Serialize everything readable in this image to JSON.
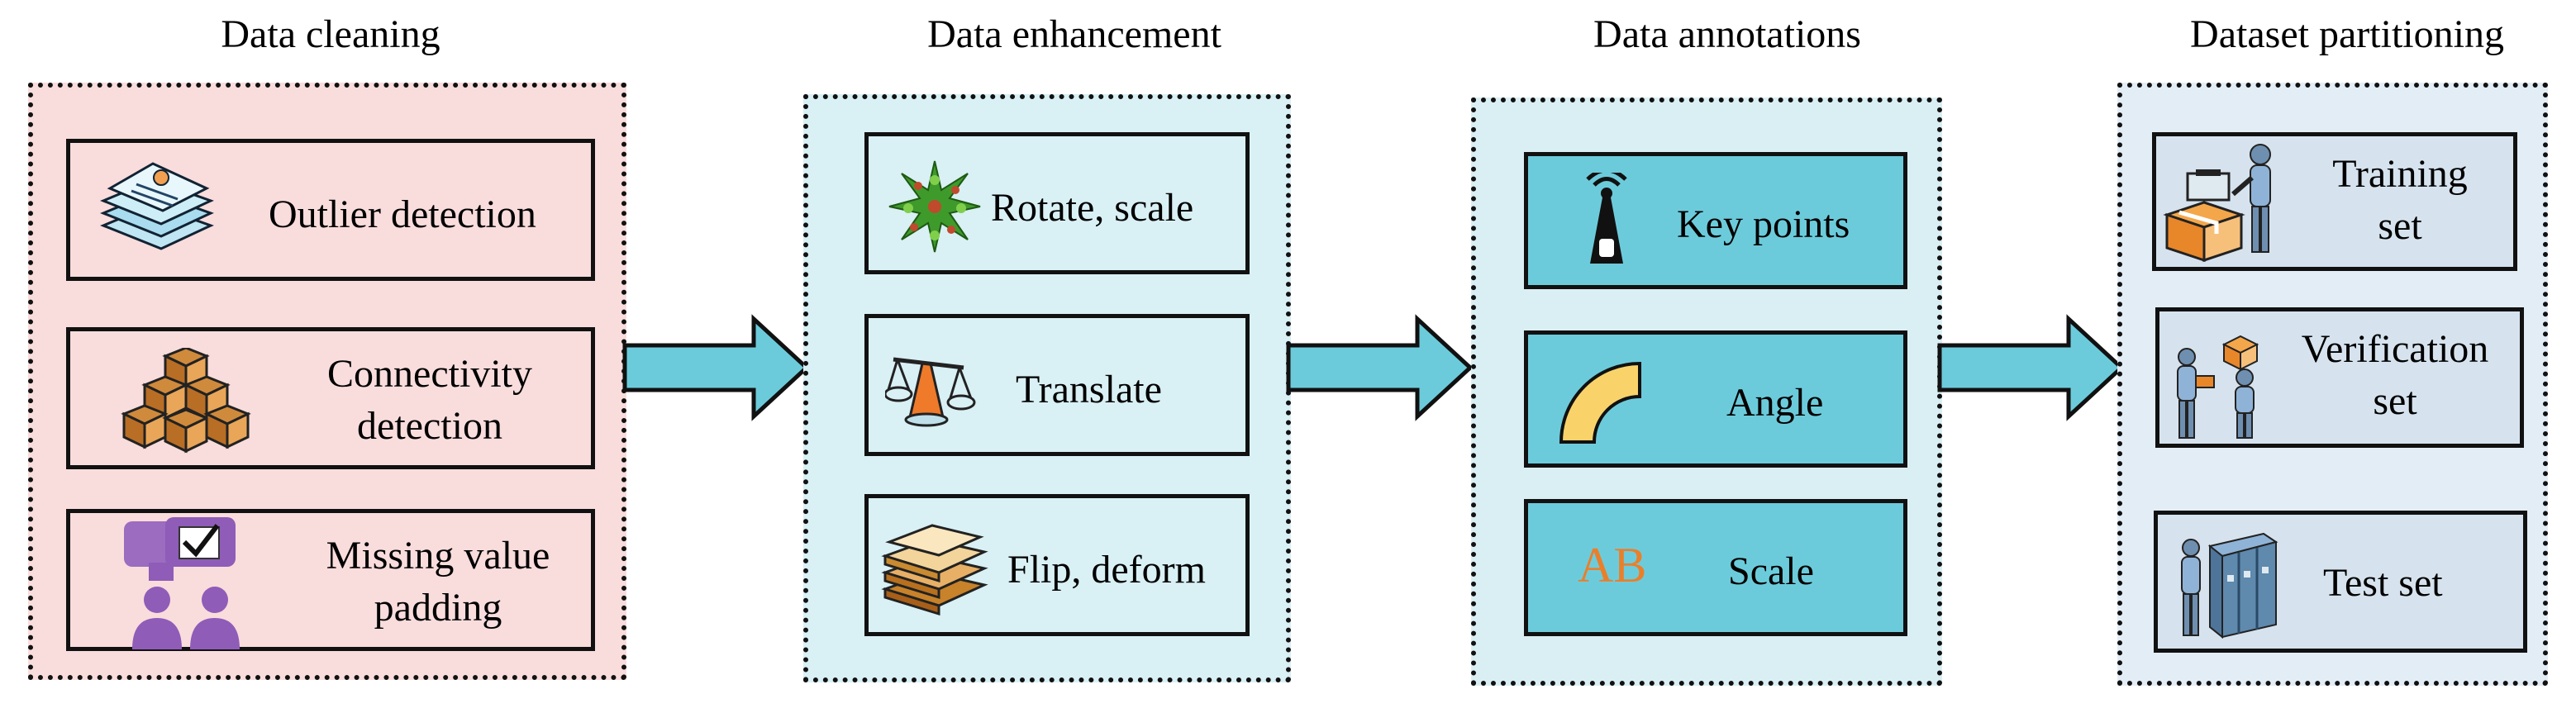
{
  "stages": [
    {
      "title": "Data cleaning",
      "items": [
        {
          "label": "Outlier detection"
        },
        {
          "label_line1": "Connectivity",
          "label_line2": "detection"
        },
        {
          "label_line1": "Missing value",
          "label_line2": "padding"
        }
      ]
    },
    {
      "title": "Data enhancement",
      "items": [
        {
          "label": "Rotate, scale"
        },
        {
          "label": "Translate"
        },
        {
          "label": "Flip, deform"
        }
      ]
    },
    {
      "title": "Data annotations",
      "items": [
        {
          "label": "Key points"
        },
        {
          "label": "Angle"
        },
        {
          "label": "Scale",
          "glyph": "AB"
        }
      ]
    },
    {
      "title": "Dataset partitioning",
      "items": [
        {
          "label_line1": "Training",
          "label_line2": "set"
        },
        {
          "label_line1": "Verification",
          "label_line2": "set"
        },
        {
          "label": "Test set"
        }
      ]
    }
  ],
  "colors": {
    "cleaning_bg": "#f9dcdc",
    "enhancement_bg": "#d9f0f5",
    "annotations_bg": "#daeff4",
    "annotations_item": "#6ccbdb",
    "partition_bg": "#e3edf6",
    "partition_item": "#d6e3ee",
    "arrow": "#6ccbdb",
    "ab_glyph": "#ea7f2a"
  },
  "icons": [
    "document-stack-icon",
    "cubes-icon",
    "chat-users-icon",
    "tree-icon",
    "scale-balance-icon",
    "layered-book-icon",
    "antenna-icon",
    "angle-arc-icon",
    "ab-text-icon",
    "worker-box-icon",
    "two-workers-icon",
    "server-worker-icon"
  ]
}
